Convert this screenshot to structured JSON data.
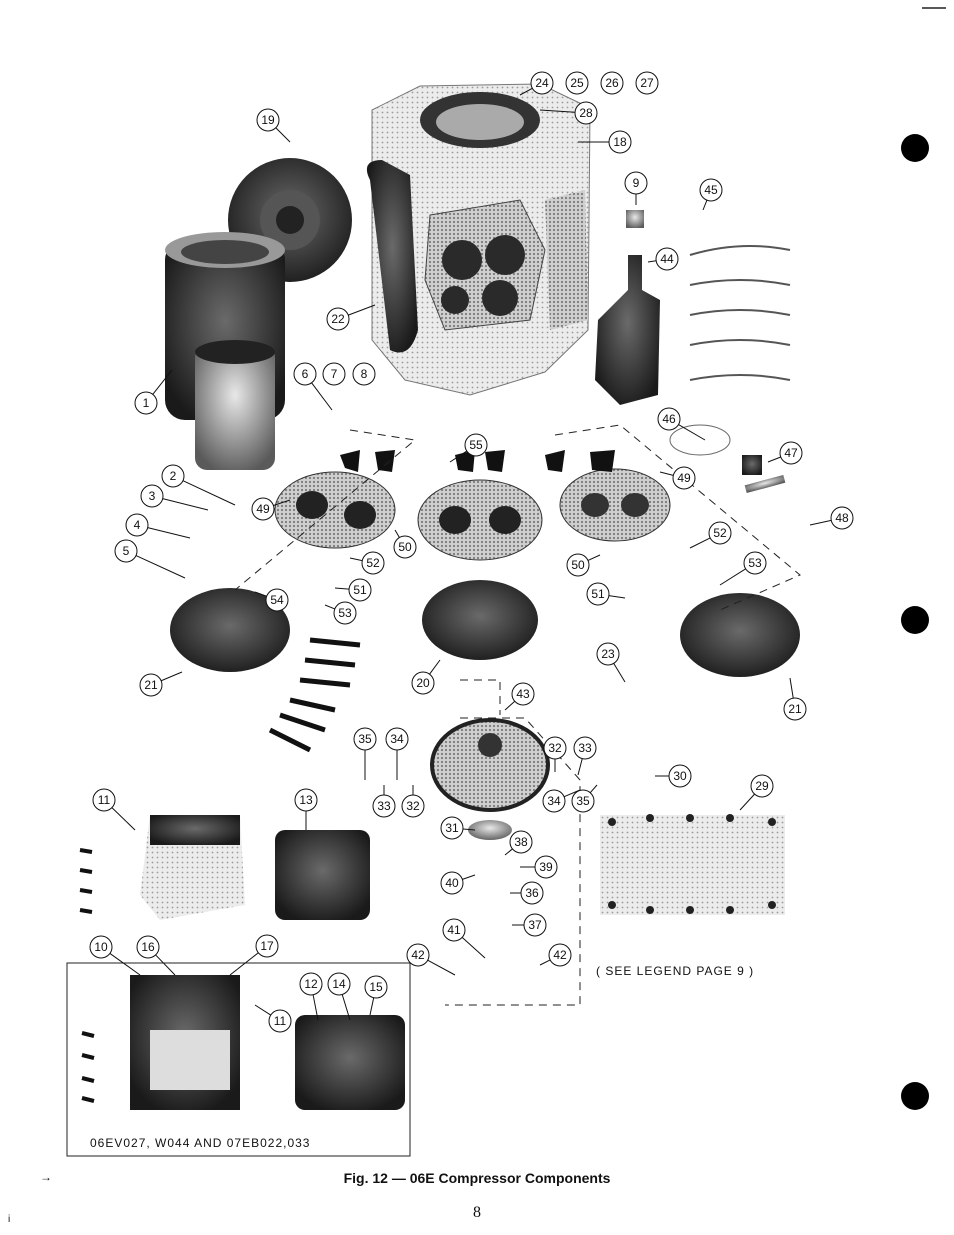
{
  "figure": {
    "caption": "Fig. 12 — 06E Compressor Components",
    "page_number": "8",
    "legend_note": "( SEE LEGEND PAGE 9 )",
    "inset_label": "06EV027, W044 AND 07EB022,033",
    "margin_arrow": "→",
    "margin_mark": "i"
  },
  "callouts": [
    {
      "id": "c1",
      "text": "1"
    },
    {
      "id": "c2",
      "text": "2"
    },
    {
      "id": "c3",
      "text": "3"
    },
    {
      "id": "c4",
      "text": "4"
    },
    {
      "id": "c5",
      "text": "5"
    },
    {
      "id": "c6",
      "text": "6"
    },
    {
      "id": "c7",
      "text": "7"
    },
    {
      "id": "c8",
      "text": "8"
    },
    {
      "id": "c9",
      "text": "9"
    },
    {
      "id": "c10",
      "text": "10"
    },
    {
      "id": "c11a",
      "text": "11"
    },
    {
      "id": "c11b",
      "text": "11"
    },
    {
      "id": "c12",
      "text": "12"
    },
    {
      "id": "c13",
      "text": "13"
    },
    {
      "id": "c14",
      "text": "14"
    },
    {
      "id": "c15",
      "text": "15"
    },
    {
      "id": "c16",
      "text": "16"
    },
    {
      "id": "c17",
      "text": "17"
    },
    {
      "id": "c18",
      "text": "18"
    },
    {
      "id": "c19",
      "text": "19"
    },
    {
      "id": "c20",
      "text": "20"
    },
    {
      "id": "c21a",
      "text": "21"
    },
    {
      "id": "c21b",
      "text": "21"
    },
    {
      "id": "c22",
      "text": "22"
    },
    {
      "id": "c23",
      "text": "23"
    },
    {
      "id": "c24",
      "text": "24"
    },
    {
      "id": "c25",
      "text": "25"
    },
    {
      "id": "c26",
      "text": "26"
    },
    {
      "id": "c27",
      "text": "27"
    },
    {
      "id": "c28",
      "text": "28"
    },
    {
      "id": "c29",
      "text": "29"
    },
    {
      "id": "c30",
      "text": "30"
    },
    {
      "id": "c31",
      "text": "31"
    },
    {
      "id": "c32a",
      "text": "32"
    },
    {
      "id": "c32b",
      "text": "32"
    },
    {
      "id": "c33a",
      "text": "33"
    },
    {
      "id": "c33b",
      "text": "33"
    },
    {
      "id": "c34a",
      "text": "34"
    },
    {
      "id": "c34b",
      "text": "34"
    },
    {
      "id": "c35a",
      "text": "35"
    },
    {
      "id": "c35b",
      "text": "35"
    },
    {
      "id": "c36",
      "text": "36"
    },
    {
      "id": "c37",
      "text": "37"
    },
    {
      "id": "c38",
      "text": "38"
    },
    {
      "id": "c39",
      "text": "39"
    },
    {
      "id": "c40",
      "text": "40"
    },
    {
      "id": "c41",
      "text": "41"
    },
    {
      "id": "c42a",
      "text": "42"
    },
    {
      "id": "c42b",
      "text": "42"
    },
    {
      "id": "c43",
      "text": "43"
    },
    {
      "id": "c44",
      "text": "44"
    },
    {
      "id": "c45",
      "text": "45"
    },
    {
      "id": "c46",
      "text": "46"
    },
    {
      "id": "c47",
      "text": "47"
    },
    {
      "id": "c48",
      "text": "48"
    },
    {
      "id": "c49a",
      "text": "49"
    },
    {
      "id": "c49b",
      "text": "49"
    },
    {
      "id": "c50a",
      "text": "50"
    },
    {
      "id": "c50b",
      "text": "50"
    },
    {
      "id": "c51a",
      "text": "51"
    },
    {
      "id": "c51b",
      "text": "51"
    },
    {
      "id": "c52a",
      "text": "52"
    },
    {
      "id": "c52b",
      "text": "52"
    },
    {
      "id": "c53a",
      "text": "53"
    },
    {
      "id": "c53b",
      "text": "53"
    },
    {
      "id": "c54",
      "text": "54"
    },
    {
      "id": "c55",
      "text": "55"
    }
  ]
}
